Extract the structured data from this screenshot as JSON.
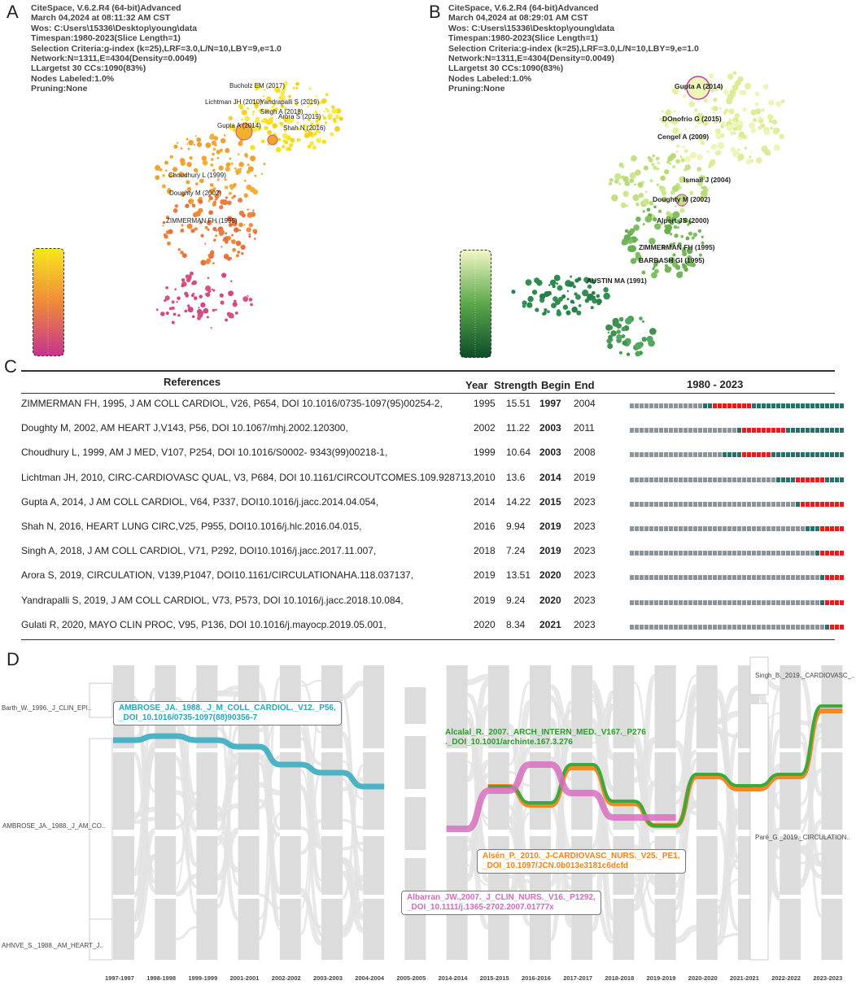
{
  "panels": {
    "a": "A",
    "b": "B",
    "c": "C",
    "d": "D"
  },
  "meta_a": [
    "CiteSpace, V.6.2.R4 (64-bit)Advanced",
    "March 04,2024 at 08:11:32 AM CST",
    "Wos: C:Users\\15336\\Desktop\\young\\data",
    "Timespan:1980-2023(Slice Length=1)",
    "Selection Criteria:g-index (k=25),LRF=3.0,L/N=10,LBY=9,e=1.0",
    "Network:N=1311,E=4304(Density=0.0049)",
    "LLargetst 30 CCs:1090(83%)",
    "Nodes Labeled:1.0%",
    "Pruning:None"
  ],
  "meta_b": [
    "CiteSpace, V.6.2.R4 (64-bit)Advanced",
    "March 04,2024 at 08:29:01 AM CST",
    "Wos: C:Users\\15336\\Desktop\\young\\data",
    "Timespan:1980-2023(Slice Length=1)",
    "Selection Criteria:g-index (k=25),LRF=3.0,L/N=10,LBY=9,e=1.0",
    "Network:N=1311,E=4304(Density=0.0049)",
    "LLargetst 30 CCs:1090(83%)",
    "Nodes Labeled:1.0%",
    "Pruning:None"
  ],
  "labels_a": [
    "Bucholz EM (2017)",
    "Lichtman JH (2010)",
    "Yandrapalli S (2019)",
    "Singh A (2018)",
    "Arora S (2019)",
    "Gupta A (2014)",
    "Shah N (2016)",
    "Choudhury L (1999)",
    "Doughty M (2002)",
    "ZIMMERMAN FH (1995)"
  ],
  "labels_b": [
    "Gupta A (2014)",
    "DOnofrio G (2015)",
    "Cengel A (2009)",
    "Ismail J (2004)",
    "Doughty M (2002)",
    "Alpert JS (2000)",
    "ZIMMERMAN FH (1995)",
    "BARBASH GI (1995)",
    "AUSTIN MA (1991)"
  ],
  "table": {
    "headers": {
      "references": "References",
      "year": "Year",
      "strength": "Strength",
      "begin": "Begin",
      "end": "End",
      "range": "1980 - 2023"
    },
    "rows": [
      {
        "ref": "ZIMMERMAN FH, 1995, J AM COLL CARDIOL, V26, P654, DOI 10.1016/0735-1097(95)00254-2,",
        "year": "1995",
        "strength": "15.51",
        "begin": "1997",
        "end": "2004"
      },
      {
        "ref": "Doughty M, 2002, AM HEART J,V143, P56, DOI 10.1067/mhj.2002.120300,",
        "year": "2002",
        "strength": "11.22",
        "begin": "2003",
        "end": "2011"
      },
      {
        "ref": "Choudhury L, 1999, AM J MED, V107, P254, DOI 10.1016/S0002- 9343(99)00218-1,",
        "year": "1999",
        "strength": "10.64",
        "begin": "2003",
        "end": "2008"
      },
      {
        "ref": "Lichtman JH, 2010, CIRC-CARDIOVASC QUAL, V3, P684, DOI 10.1161/CIRCOUTCOMES.109.928713,",
        "year": "2010",
        "strength": "13.6",
        "begin": "2014",
        "end": "2019"
      },
      {
        "ref": "Gupta A, 2014, J AM COLL CARDIOL, V64, P337, DOI10.1016/j.jacc.2014.04.054,",
        "year": "2014",
        "strength": "14.22",
        "begin": "2015",
        "end": "2023"
      },
      {
        "ref": "Shah N, 2016, HEART LUNG CIRC,V25, P955, DOI10.1016/j.hlc.2016.04.015,",
        "year": "2016",
        "strength": "9.94",
        "begin": "2019",
        "end": "2023"
      },
      {
        "ref": "Singh A, 2018, J AM COLL CARDIOL, V71, P292, DOI10.1016/j.jacc.2017.11.007,",
        "year": "2018",
        "strength": "7.24",
        "begin": "2019",
        "end": "2023"
      },
      {
        "ref": "Arora S, 2019, CIRCULATION, V139,P1047, DOI10.1161/CIRCULATIONAHA.118.037137,",
        "year": "2019",
        "strength": "13.51",
        "begin": "2020",
        "end": "2023"
      },
      {
        "ref": "Yandrapalli S, 2019, J AM COLL CARDIOL, V73, P573, DOI 10.1016/j.jacc.2018.10.084,",
        "year": "2019",
        "strength": "9.24",
        "begin": "2020",
        "end": "2023"
      },
      {
        "ref": "Gulati R, 2020, MAYO CLIN PROC, V95, P136, DOI 10.1016/j.mayocp.2019.05.001,",
        "year": "2020",
        "strength": "8.34",
        "begin": "2021",
        "end": "2023"
      }
    ]
  },
  "alluvial": {
    "left_labels": [
      "Barth_W._1996._J_CLIN_EPI..",
      "AMBROSE_JA._1988._J_AM_CO..",
      "AHNVE_S._1988._AM_HEART_J.."
    ],
    "right_labels": [
      "Singh_B._2019._CARDIOVASC_..",
      "Paré_G._2019._CIRCULATION.."
    ],
    "periods": [
      "1997-1997",
      "1998-1998",
      "1999-1999",
      "2001-2001",
      "2002-2002",
      "2003-2003",
      "2004-2004",
      "2005-2005",
      "2014-2014",
      "2015-2015",
      "2016-2016",
      "2017-2017",
      "2018-2018",
      "2019-2019",
      "2020-2020",
      "2021-2021",
      "2022-2022",
      "2023-2023"
    ],
    "callouts": {
      "ambrose": [
        "AMBROSE_JA._1988._J_M_COLL_CARDIOL._V12._P56,",
        "_DOI_10.1016/0735-1097(88)90356-7"
      ],
      "alcalal": [
        "Alcalal_R._2007._ARCH_INTERN_MED._V167._P276",
        "._DOI_10.1001/archinte.167.3.276"
      ],
      "alsen": [
        "Alsén_P._2010._J-CARDIOVASC_NURS._V25._PE1,",
        "_DOI_10.1097/JCN.0b013e3181c6dcfd"
      ],
      "albarran": [
        "Albarran_JW.,2007._J_CLIN_NURS._V16._P1292,",
        "_DOI_10.1111/j.1365-2702.2007.01777x"
      ]
    }
  },
  "colors": {
    "burst_on": "#e02020",
    "burst_span": "#2e6e6a",
    "burst_off": "#8a9499",
    "teal": "#4bb3c4",
    "green": "#3da83d",
    "orange": "#f08a24",
    "pink": "#d870c0"
  }
}
